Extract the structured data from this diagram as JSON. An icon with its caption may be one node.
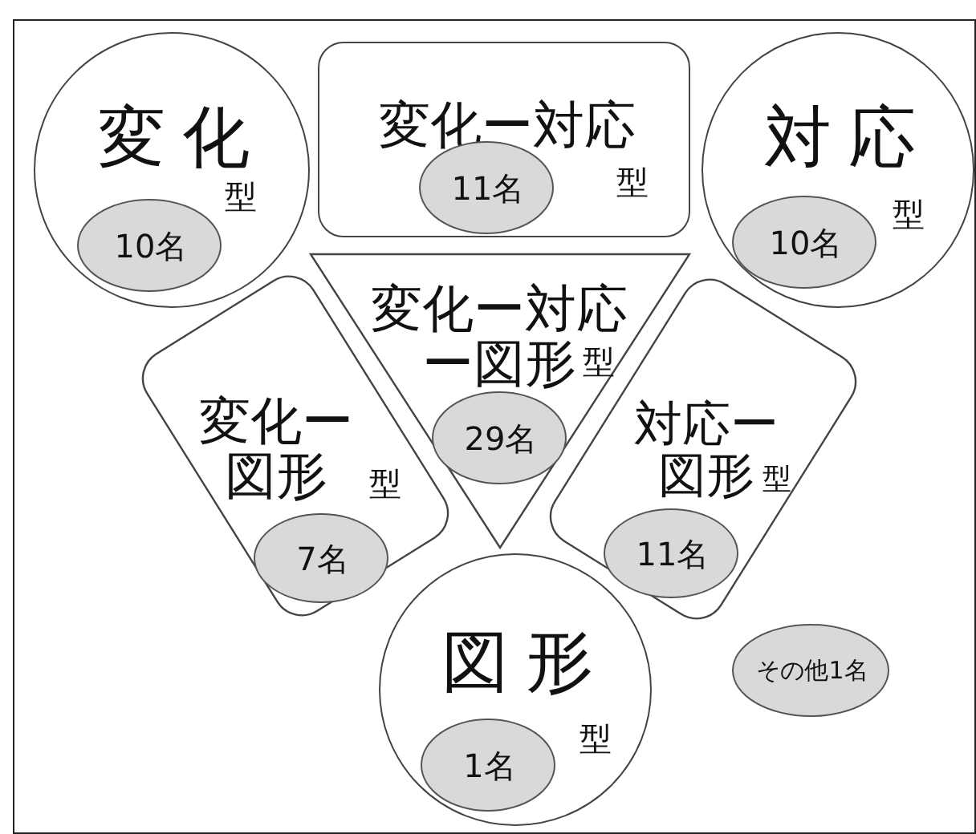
{
  "diagram": {
    "nodes": [
      {
        "text": [
          "変化",
          "型"
        ]
      },
      {
        "text": [
          "10名"
        ],
        "in": 0
      },
      {
        "text": [
          "変化ー対応",
          "型"
        ]
      },
      {
        "text": [
          "11名"
        ],
        "in": 2
      },
      {
        "text": [
          "対応",
          "型"
        ]
      },
      {
        "text": [
          "10名"
        ],
        "in": 4
      },
      {
        "text": [
          "変化ー対応ー図形",
          "型"
        ]
      },
      {
        "text": [
          "29名"
        ],
        "in": 6
      },
      {
        "text": [
          "変化ー図形",
          "型"
        ]
      },
      {
        "text": [
          "7名"
        ],
        "in": 8
      },
      {
        "text": [
          "対応ー図形",
          "型"
        ]
      },
      {
        "text": [
          "11名"
        ],
        "in": 10
      },
      {
        "text": [
          "図形",
          "型"
        ]
      },
      {
        "text": [
          "1名"
        ],
        "in": 12
      },
      {
        "text": [
          "その他1名"
        ]
      }
    ]
  }
}
